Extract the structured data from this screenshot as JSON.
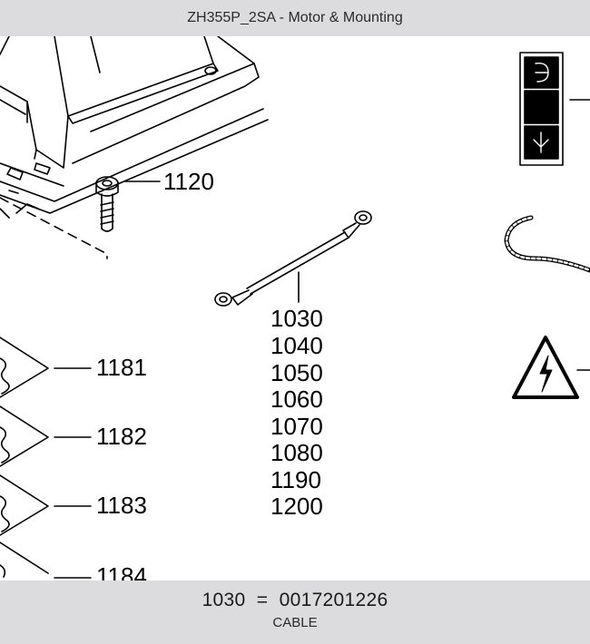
{
  "title": "ZH355P_2SA - Motor & Mounting",
  "callouts": {
    "c1120": "1120",
    "c1030": "1030",
    "c1040": "1040",
    "c1050": "1050",
    "c1060": "1060",
    "c1070": "1070",
    "c1080": "1080",
    "c1190": "1190",
    "c1200": "1200",
    "c1181": "1181",
    "c1182": "1182",
    "c1183": "1183",
    "c1184": "1184"
  },
  "selection": {
    "part_number": "1030",
    "separator": "=",
    "article_number": "0017201226",
    "description": "CABLE"
  }
}
